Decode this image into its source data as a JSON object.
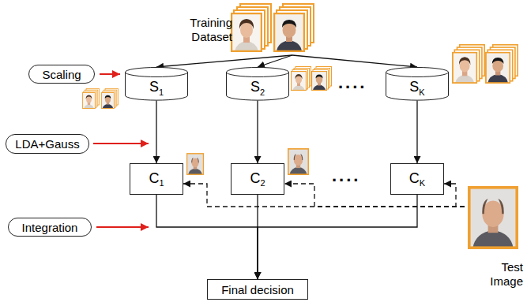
{
  "diagram": {
    "nodes": [
      {
        "text": [
          "Training Dataset"
        ]
      },
      {
        "text": [
          "Scaling"
        ]
      },
      {
        "text": [
          "S",
          "1"
        ]
      },
      {
        "text": [
          "S",
          "2"
        ]
      },
      {
        "text": [
          "S",
          "K"
        ]
      },
      {
        "text": [
          "LDA+Gauss"
        ]
      },
      {
        "text": [
          "C",
          "1"
        ]
      },
      {
        "text": [
          "C",
          "2"
        ]
      },
      {
        "text": [
          "C",
          "K"
        ]
      },
      {
        "text": [
          "Test Image"
        ]
      },
      {
        "text": [
          "Integration"
        ]
      },
      {
        "text": [
          "Final decision"
        ]
      }
    ],
    "edges": [
      {
        "from": 0,
        "to": 2,
        "arrow": "to"
      },
      {
        "from": 0,
        "to": 3,
        "arrow": "to"
      },
      {
        "from": 0,
        "to": 4,
        "arrow": "to"
      },
      {
        "from": 2,
        "to": 6,
        "arrow": "to"
      },
      {
        "from": 3,
        "to": 7,
        "arrow": "to"
      },
      {
        "from": 4,
        "to": 8,
        "arrow": "to"
      },
      {
        "from": 9,
        "to": 6,
        "arrow": "to"
      },
      {
        "from": 9,
        "to": 7,
        "arrow": "to"
      },
      {
        "from": 9,
        "to": 8,
        "arrow": "to"
      },
      {
        "from": 6,
        "to": 11,
        "arrow": "to"
      },
      {
        "from": 7,
        "to": 11,
        "arrow": "to"
      },
      {
        "from": 8,
        "to": 11,
        "arrow": "to"
      }
    ],
    "labels": [
      "....",
      "...."
    ]
  }
}
